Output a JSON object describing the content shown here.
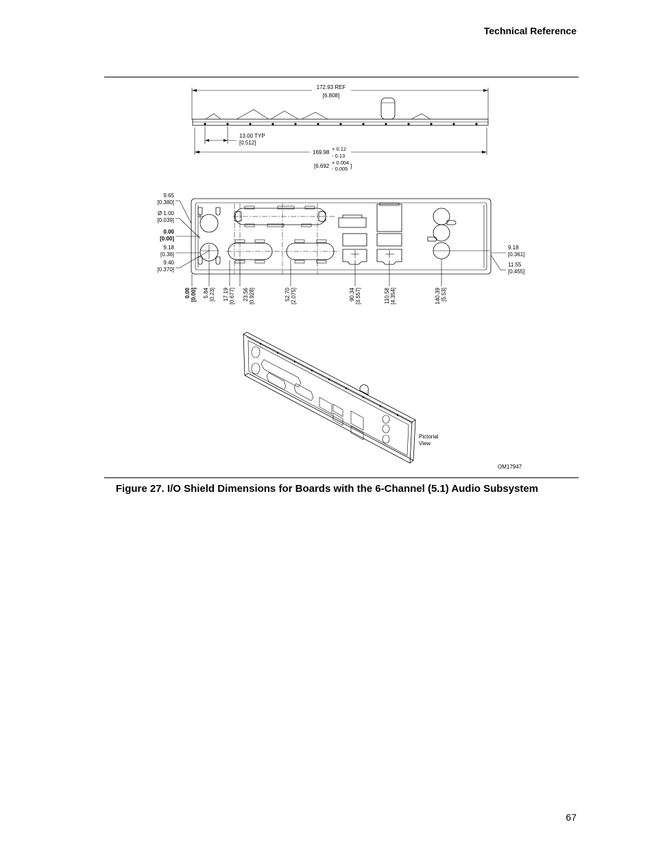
{
  "header": {
    "title": "Technical Reference"
  },
  "figure": {
    "caption": "Figure 27.  I/O Shield Dimensions for Boards with the 6-Channel (5.1) Audio Subsystem",
    "drawing_id": "OM17947",
    "pictorial_label_1": "Pictorial",
    "pictorial_label_2": "View",
    "top_view": {
      "overall_ref": "172.93 REF",
      "overall_ref_in": "[6.808]",
      "pitch": "13.00 TYP",
      "pitch_in": "[0.512]",
      "width": "169.98",
      "width_tol_plus": "+ 0.12",
      "width_tol_minus": "- 0.13",
      "width_in": "[6.692",
      "width_in_tol_plus": "+ 0.004",
      "width_in_tol_minus": "- 0.005",
      "width_in_close": "]"
    },
    "front_view": {
      "left_dims": [
        {
          "mm": "9.65",
          "in": "[0.380]"
        },
        {
          "mm": "Ø 1.00",
          "in": "[0.039]"
        },
        {
          "mm": "0.00",
          "in": "[0.00]"
        },
        {
          "mm": "9.18",
          "in": "[0.36]"
        },
        {
          "mm": "9.40",
          "in": "[0.370]"
        }
      ],
      "right_dims": [
        {
          "mm": "9.18",
          "in": "[0.361]"
        },
        {
          "mm": "11.55",
          "in": "[0.455]"
        }
      ],
      "bottom_dims": [
        {
          "mm": "0.00",
          "in": "[0.00]"
        },
        {
          "mm": "5.84",
          "in": "[0.23]"
        },
        {
          "mm": "17.19",
          "in": "[0.677]"
        },
        {
          "mm": "23.56",
          "in": "[0.928]"
        },
        {
          "mm": "52.70",
          "in": "[2.075]"
        },
        {
          "mm": "90.34",
          "in": "[3.557]"
        },
        {
          "mm": "110.58",
          "in": "[4.354]"
        },
        {
          "mm": "140.39",
          "in": "[5.53]"
        }
      ]
    }
  },
  "page_number": "67"
}
